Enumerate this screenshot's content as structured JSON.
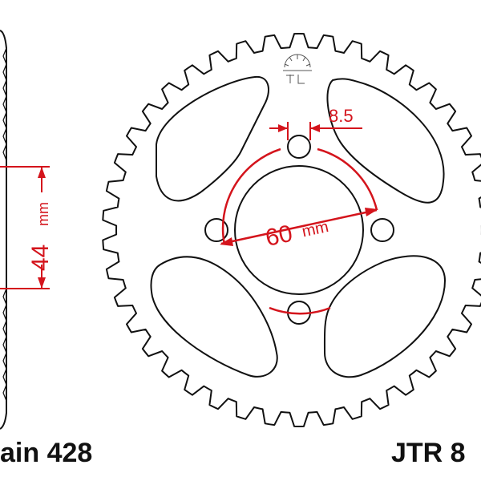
{
  "colors": {
    "outline": "#111111",
    "dimension": "#d4141c",
    "fill": "#ffffff"
  },
  "sprocket": {
    "teeth": 42,
    "bolt_holes": 4,
    "lightening_holes": 4
  },
  "dimensions": {
    "hub_height": {
      "value": "44",
      "unit": "mm"
    },
    "bolt_circle": {
      "value": "60",
      "unit": "mm"
    },
    "bolt_hole": {
      "value": "8.5"
    }
  },
  "captions": {
    "chain": "ain 428",
    "part_number": "JTR 8"
  },
  "icons": {
    "logo": "jt-sprocket-logo-icon"
  }
}
